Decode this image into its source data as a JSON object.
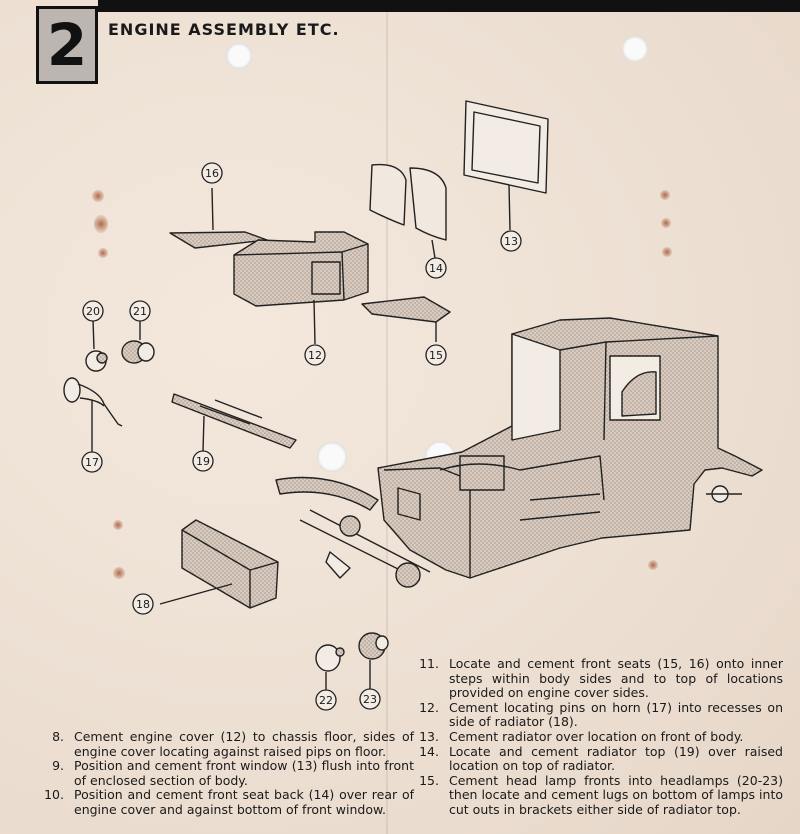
{
  "header": {
    "step_number": "2",
    "title": "ENGINE ASSEMBLY ETC."
  },
  "callouts": [
    "16",
    "13",
    "14",
    "20",
    "21",
    "12",
    "15",
    "17",
    "19",
    "18",
    "22",
    "23"
  ],
  "instructions_left": [
    {
      "num": "8.",
      "text": "Cement engine cover (12) to chassis floor, sides of engine cover locating against raised pips on floor."
    },
    {
      "num": "9.",
      "text": "Position and cement front window (13) flush into front of enclosed section of body."
    },
    {
      "num": "10.",
      "text": "Position and cement front seat back (14) over rear of engine cover and against bottom of front window."
    }
  ],
  "instructions_right": [
    {
      "num": "11.",
      "text": "Locate and cement front seats (15, 16) onto inner steps within body sides and to top of locations provided on engine cover sides."
    },
    {
      "num": "12.",
      "text": "Cement locating pins on horn (17) into recesses on side of radiator (18)."
    },
    {
      "num": "13.",
      "text": "Cement radiator over location on front of body."
    },
    {
      "num": "14.",
      "text": "Locate and cement radiator top (19) over raised location on top of radiator."
    },
    {
      "num": "15.",
      "text": "Cement head lamp fronts into headlamps (20-23) then locate and cement lugs on bottom of lamps into cut outs in brackets either side of radiator top."
    }
  ]
}
